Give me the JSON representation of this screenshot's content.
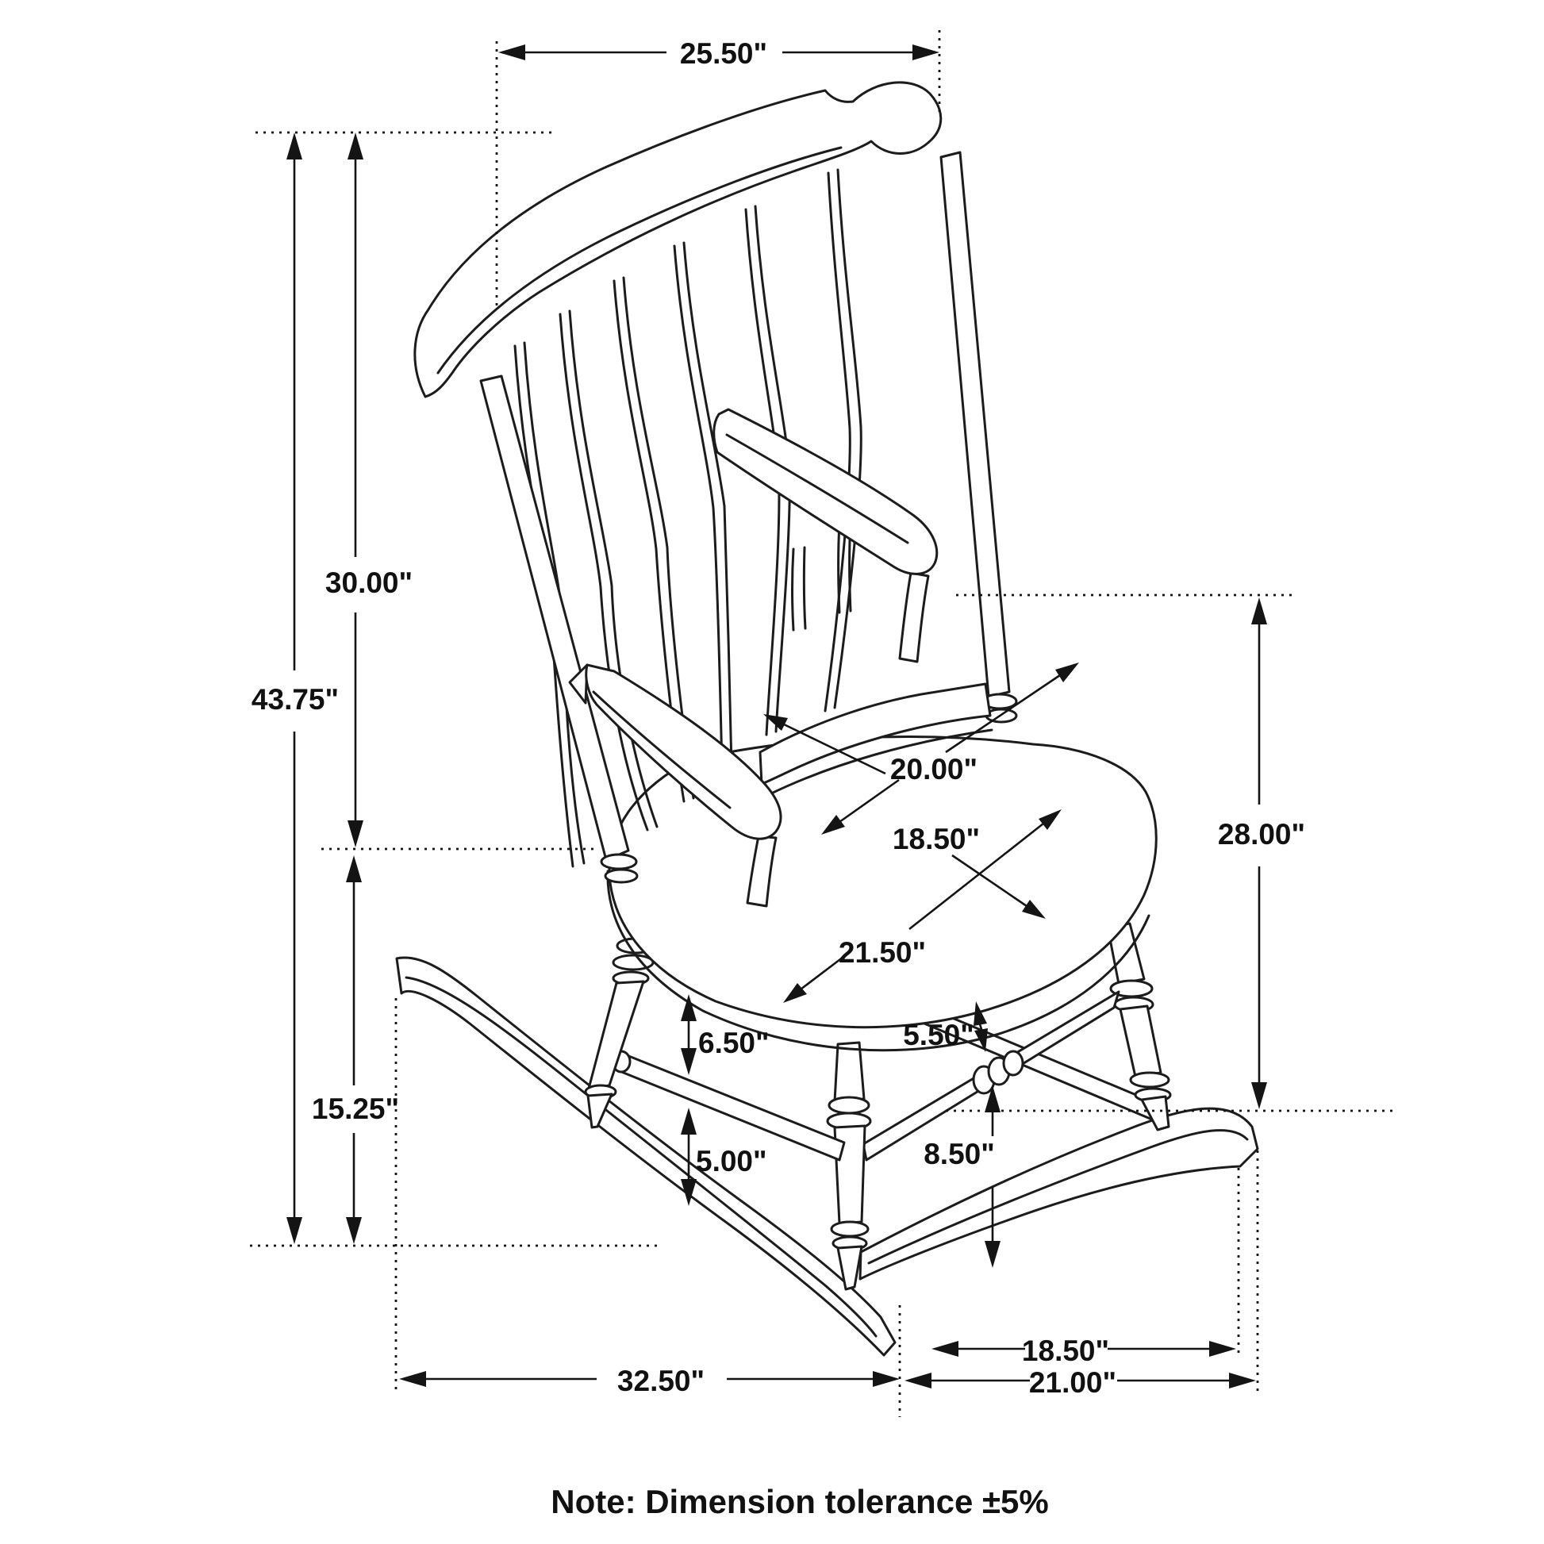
{
  "diagram": {
    "type": "furniture-dimension-drawing",
    "subject": "rocking chair",
    "note": "Note: Dimension tolerance ±5%",
    "dimensions": {
      "top_width": "25.50\"",
      "overall_height": "43.75\"",
      "back_height": "30.00\"",
      "seat_floor_height": "15.25\"",
      "arm_height": "28.00\"",
      "back_width": "20.00\"",
      "seat_width": "18.50\"",
      "seat_depth": "21.50\"",
      "seat_to_stretcher": "6.50\"",
      "stretcher_to_rocker": "5.00\"",
      "seat_to_side_stretcher": "5.50\"",
      "stretcher_clearance": "8.50\"",
      "leg_stance": "18.50\"",
      "rocker_rear_span": "21.00\"",
      "rocker_length": "32.50\""
    }
  }
}
